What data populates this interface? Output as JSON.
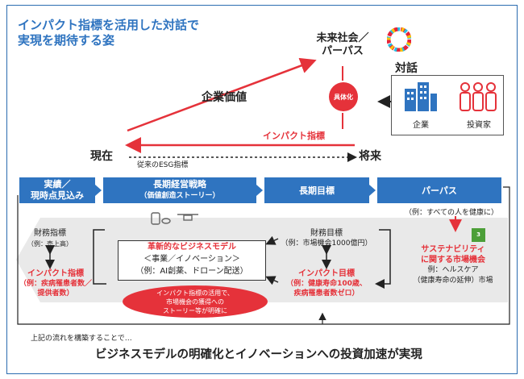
{
  "title": {
    "line1": "インパクト指標を活用した対話で",
    "line2": "実現を期待する姿"
  },
  "future": {
    "line1": "未来社会／",
    "line2": "パーパス"
  },
  "concretize": "具体化",
  "dialogue": {
    "label": "対話",
    "company": "企業",
    "investor": "投資家"
  },
  "corporate_value": "企業価値",
  "impact_indicator": "インパクト指標",
  "present": "現在",
  "future_time": "将来",
  "esg": "従来のESG指標",
  "row": {
    "results": {
      "line1": "実績／",
      "line2": "現時点見込み"
    },
    "strategy": {
      "line1": "長期経営戦略",
      "line2": "（価値創造ストーリー）"
    },
    "goal": "長期目標",
    "purpose": "パーパス"
  },
  "purpose_example": "（例：すべての人を健康に）",
  "left": {
    "fin_label": "財務指標",
    "fin_example": "（例：売上高）",
    "impact_label": "インパクト指標",
    "impact_example1": "（例：疾病罹患者数／",
    "impact_example2": "提供者数）"
  },
  "model": {
    "title": "革新的なビジネスモデル",
    "line2": "＜事業／イノベーション＞",
    "line3": "（例：AI創薬、ドローン配送）"
  },
  "bubble": {
    "line1": "インパクト指標の活用で、",
    "line2": "市場機会の獲得への",
    "line3": "ストーリー等が明確に"
  },
  "mid": {
    "fin_label": "財務目標",
    "fin_example": "（例：市場機会1000億円）",
    "impact_label": "インパクト目標",
    "impact_example1": "（例：健康寿命100歳、",
    "impact_example2": "疾病罹患者数ゼロ）"
  },
  "market": {
    "line1": "サステナビリティ",
    "line2": "に関する市場機会",
    "line3": "例：ヘルスケア",
    "line4": "（健康寿命の延伸）市場"
  },
  "sdg_badge": "3",
  "footer": {
    "note": "上記の流れを構築することで…",
    "headline": "ビジネスモデルの明確化とイノベーションへの投資加速が実現"
  },
  "colors": {
    "blue": "#2f74c0",
    "red": "#e5323a",
    "gray": "#e9e9e9",
    "sdg_green": "#4c9f38"
  }
}
